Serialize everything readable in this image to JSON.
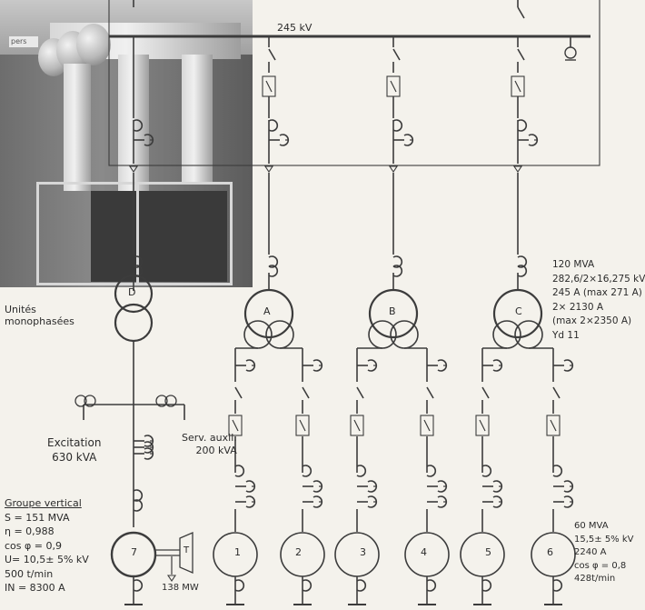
{
  "bus_label": "245 kV",
  "photo_sign": "pers",
  "units_label": [
    "Unités",
    "monophasées"
  ],
  "excitation": {
    "title": "Excitation",
    "rating": "630 kVA"
  },
  "serv_aux": {
    "title": "Serv. auxil.",
    "rating": "200 kVA"
  },
  "group": {
    "title": "Groupe vertical",
    "lines": [
      "S = 151 MVA",
      "η = 0,988",
      "cos φ = 0,9",
      "U= 10,5± 5% kV",
      "500 t/min",
      "IN = 8300 A"
    ]
  },
  "transformer_specs": [
    "120 MVA",
    "282,6/2×16,275 kV",
    "245 A (max 271 A)",
    "2× 2130 A",
    "(max 2×2350 A)",
    "Yd 11"
  ],
  "generator_specs": [
    "60 MVA",
    "15,5± 5% kV",
    "2240 A",
    "cos φ = 0,8",
    "428t/min"
  ],
  "transformers": [
    "D",
    "A",
    "B",
    "C"
  ],
  "generators": [
    "7",
    "1",
    "2",
    "3",
    "4",
    "5",
    "6"
  ],
  "turbine_label": "T",
  "turbine_power": "138 MW",
  "colors": {
    "line": "#3c3c3c",
    "paper": "#f4f2ec"
  }
}
